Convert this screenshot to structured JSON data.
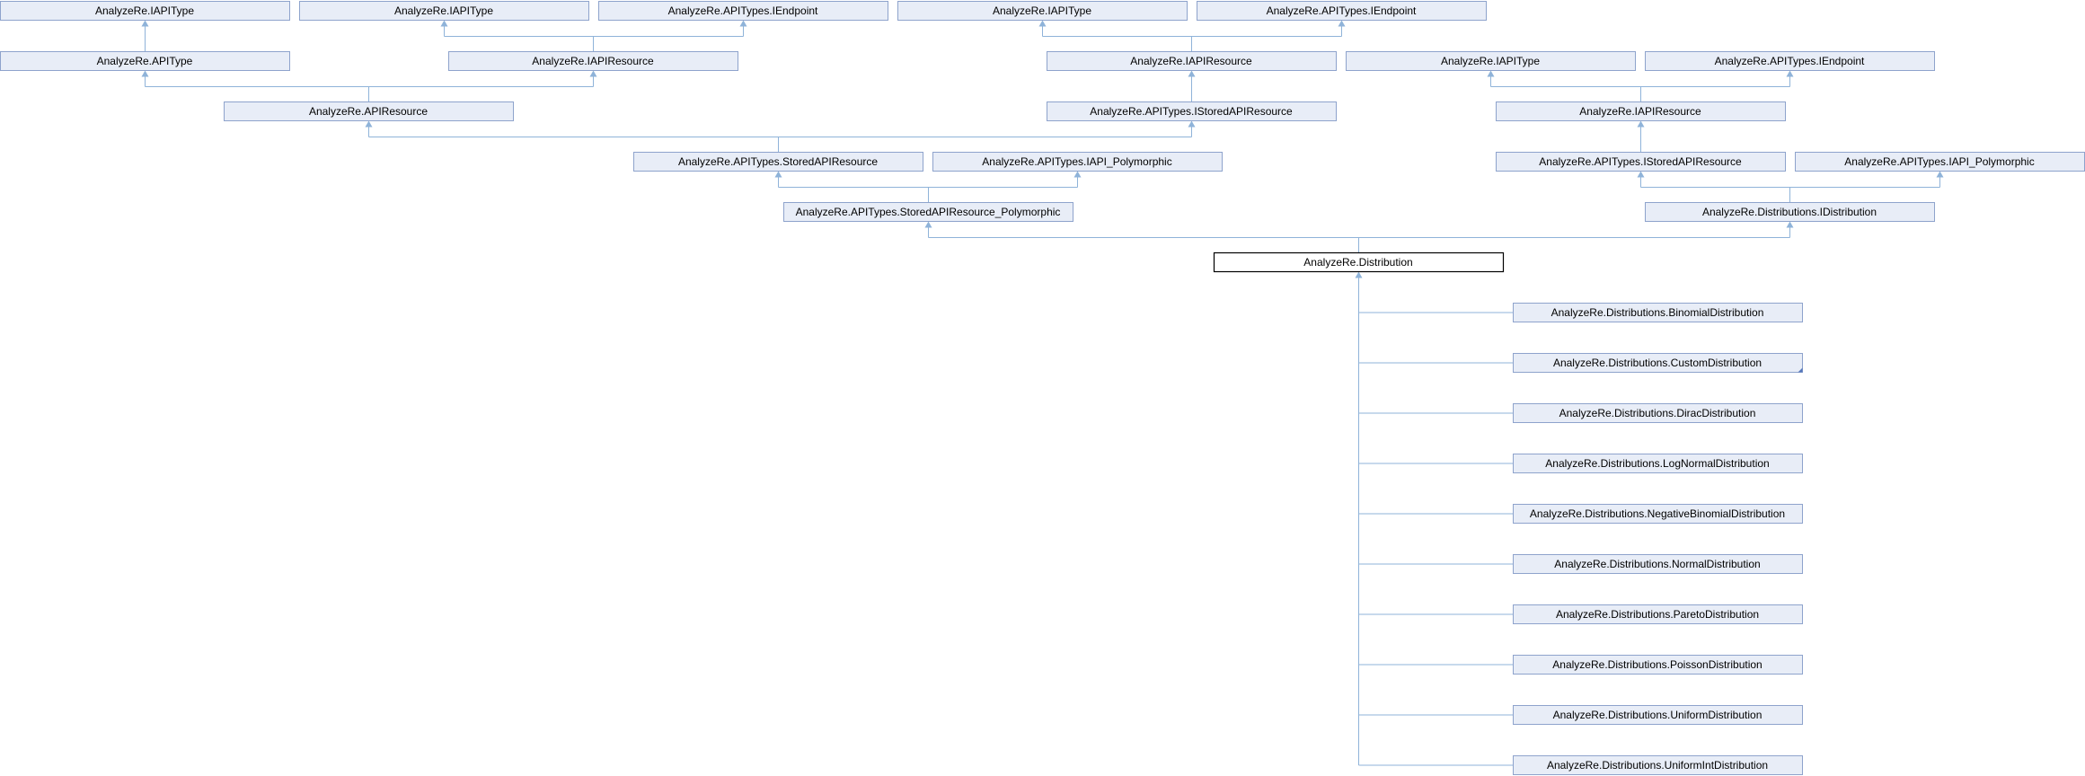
{
  "nodes": {
    "iapitype_a": "AnalyzeRe.IAPIType",
    "iapitype_b": "AnalyzeRe.IAPIType",
    "iendpoint_a": "AnalyzeRe.APITypes.IEndpoint",
    "iapitype_c": "AnalyzeRe.IAPIType",
    "iendpoint_b": "AnalyzeRe.APITypes.IEndpoint",
    "apitype": "AnalyzeRe.APIType",
    "iapiresource_a": "AnalyzeRe.IAPIResource",
    "iapiresource_b": "AnalyzeRe.IAPIResource",
    "iapitype_d": "AnalyzeRe.IAPIType",
    "iendpoint_c": "AnalyzeRe.APITypes.IEndpoint",
    "apiresource": "AnalyzeRe.APIResource",
    "istoredapiresource_a": "AnalyzeRe.APITypes.IStoredAPIResource",
    "iapiresource_c": "AnalyzeRe.IAPIResource",
    "storedapiresource": "AnalyzeRe.APITypes.StoredAPIResource",
    "iapi_polymorphic_a": "AnalyzeRe.APITypes.IAPI_Polymorphic",
    "istoredapiresource_b": "AnalyzeRe.APITypes.IStoredAPIResource",
    "iapi_polymorphic_b": "AnalyzeRe.APITypes.IAPI_Polymorphic",
    "storedapiresource_polymorphic": "AnalyzeRe.APITypes.StoredAPIResource_Polymorphic",
    "idistribution": "AnalyzeRe.Distributions.IDistribution",
    "distribution": "AnalyzeRe.Distribution",
    "binomial": "AnalyzeRe.Distributions.BinomialDistribution",
    "custom": "AnalyzeRe.Distributions.CustomDistribution",
    "dirac": "AnalyzeRe.Distributions.DiracDistribution",
    "lognormal": "AnalyzeRe.Distributions.LogNormalDistribution",
    "negativebinomial": "AnalyzeRe.Distributions.NegativeBinomialDistribution",
    "normal": "AnalyzeRe.Distributions.NormalDistribution",
    "pareto": "AnalyzeRe.Distributions.ParetoDistribution",
    "poisson": "AnalyzeRe.Distributions.PoissonDistribution",
    "uniform": "AnalyzeRe.Distributions.UniformDistribution",
    "uniformint": "AnalyzeRe.Distributions.UniformIntDistribution"
  },
  "colors": {
    "node_fill": "#e8edf7",
    "node_border": "#8ea3cc",
    "edge": "#8fb3d9",
    "focus_border": "#000000"
  }
}
